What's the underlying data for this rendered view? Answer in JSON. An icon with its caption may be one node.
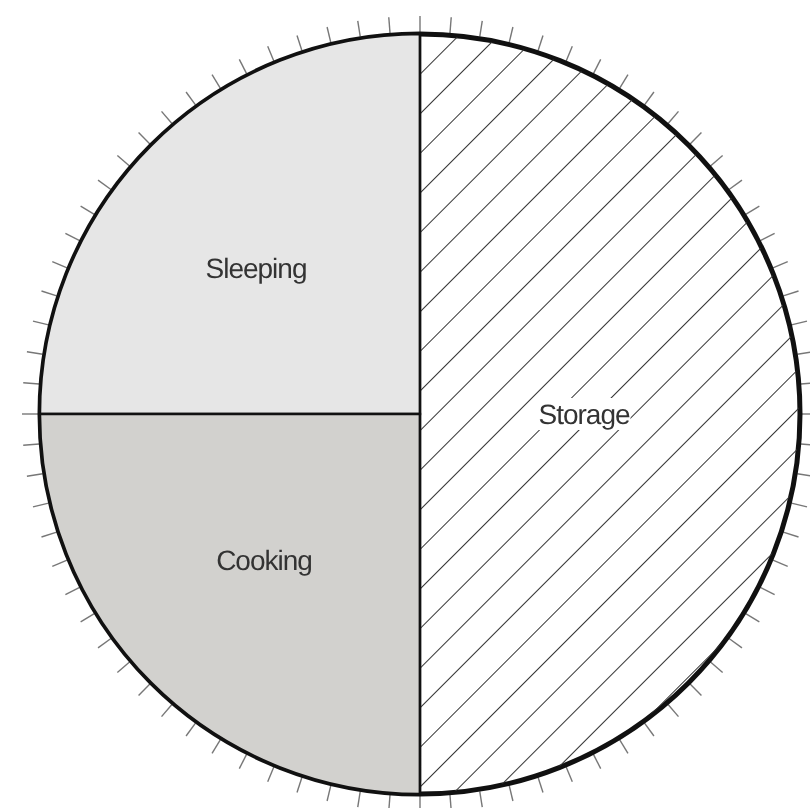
{
  "diagram": {
    "nodes": [
      {
        "text": [
          "Sleeping"
        ]
      },
      {
        "text": [
          "Cooking"
        ]
      },
      {
        "text": [
          "Storage"
        ]
      }
    ]
  }
}
